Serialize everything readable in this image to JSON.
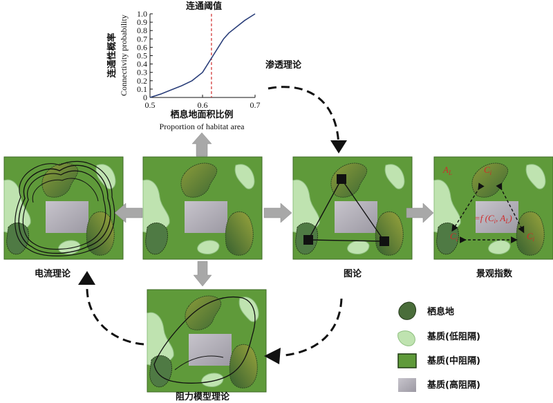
{
  "colors": {
    "matrix_green": "#5f9a3a",
    "habitat_dark": "#4a6d3a",
    "light_matrix": "#bfe3b0",
    "barrier": "#a7a4ad",
    "accent_red": "#d02a2a",
    "curve": "#2b3f7a"
  },
  "chart_data": {
    "type": "line",
    "title": "连通阈值",
    "xlabel_cn": "栖息地面积比例",
    "xlabel_en": "Proportion of habitat area",
    "ylabel_cn": "连通性概率",
    "ylabel_en": "Connectivity probability",
    "xlim": [
      0.5,
      0.7
    ],
    "ylim": [
      0,
      1.0
    ],
    "x_ticks": [
      "0.5",
      "0.6",
      "0.7"
    ],
    "y_ticks": [
      "0",
      "0.1",
      "0.2",
      "0.3",
      "0.4",
      "0.5",
      "0.6",
      "0.7",
      "0.8",
      "0.9",
      "1.0"
    ],
    "threshold": 0.617,
    "x": [
      0.5,
      0.52,
      0.54,
      0.56,
      0.58,
      0.6,
      0.61,
      0.62,
      0.63,
      0.64,
      0.65,
      0.66,
      0.68,
      0.7
    ],
    "y": [
      0.0,
      0.04,
      0.09,
      0.14,
      0.2,
      0.3,
      0.4,
      0.5,
      0.6,
      0.7,
      0.77,
      0.82,
      0.92,
      1.0
    ]
  },
  "labels": {
    "percolation": "渗透理论",
    "circuit": "电流理论",
    "graph": "图论",
    "landscape": "景观指数",
    "resistance": "阻力模型理论",
    "formula": "=f (C",
    "formula_sub_i": "i",
    "formula_tail": ", A",
    "formula_sub_L": "L",
    "formula_close": ")",
    "al": "A",
    "al_sub": "L",
    "ci": "C",
    "ci_sub": "i"
  },
  "legend": [
    {
      "label": "栖息地",
      "kind": "habitat"
    },
    {
      "label": "基质(低阻隔)",
      "kind": "low"
    },
    {
      "label": "基质(中阻隔)",
      "kind": "mid"
    },
    {
      "label": "基质(高阻隔)",
      "kind": "high"
    }
  ]
}
